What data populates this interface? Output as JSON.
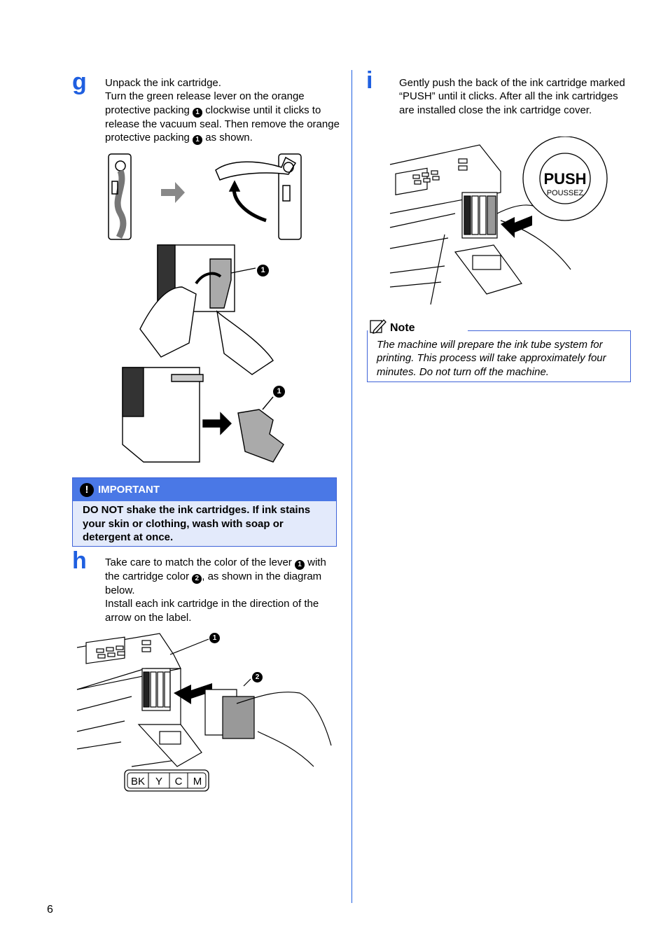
{
  "page_number": "6",
  "step_g": {
    "letter": "g",
    "line1": "Unpack the ink cartridge.",
    "text_a": "Turn the green release lever on the orange protective packing ",
    "callout1": "1",
    "text_b": " clockwise until it clicks to release the vacuum seal. Then remove the orange protective packing ",
    "text_c": " as shown."
  },
  "figure_g": {
    "callout_a": "1",
    "callout_b": "1"
  },
  "important": {
    "icon": "!",
    "label": "IMPORTANT",
    "text": "DO NOT shake the ink cartridges. If ink stains your skin or clothing, wash with soap or detergent at once."
  },
  "step_h": {
    "letter": "h",
    "text_a": "Take care to match the color of the lever ",
    "callout1": "1",
    "text_b": " with the cartridge color ",
    "callout2": "2",
    "text_c": ", as shown in the diagram below.",
    "line2": "Install each ink cartridge in the direction of the arrow on the label."
  },
  "figure_h": {
    "callout_1": "1",
    "callout_2": "2",
    "color_labels": [
      "BK",
      "Y",
      "C",
      "M"
    ]
  },
  "step_i": {
    "letter": "i",
    "text": "Gently push the back of the ink cartridge marked “PUSH” until it clicks. After all the ink cartridges are installed close the ink cartridge cover."
  },
  "figure_i": {
    "push_label": "PUSH",
    "poussez_label": "POUSSEZ"
  },
  "note": {
    "label": "Note",
    "text": "The machine will prepare the ink tube system for printing. This process will take approximately four minutes. Do not turn off the machine."
  }
}
